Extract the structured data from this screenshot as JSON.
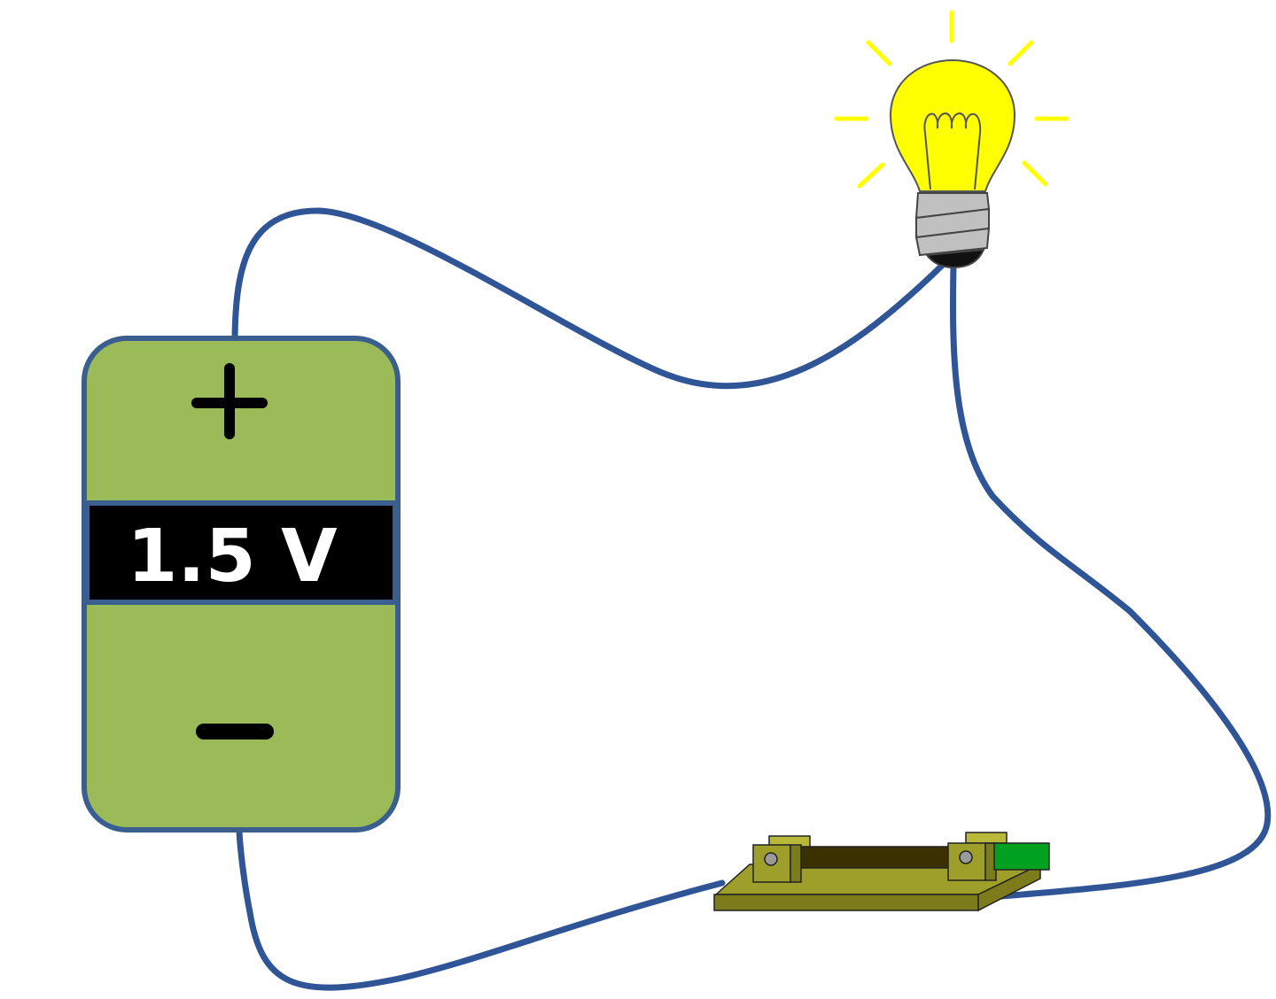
{
  "battery": {
    "voltage_label": "1.5 V",
    "positive_symbol": "+",
    "negative_symbol": "−",
    "body_color": "#9bbb59",
    "border_color": "#3a5f8f",
    "band_color": "#000000",
    "label_color": "#ffffff"
  },
  "bulb": {
    "state": "lit",
    "glass_color": "#ffff00",
    "ray_color": "#ffff00",
    "base_color": "#c0c0c0"
  },
  "switch": {
    "state": "closed",
    "base_color": "#9e9e2a",
    "lever_color": "#3a3000",
    "tab_color": "#00a020"
  },
  "wire": {
    "color": "#2f5597"
  }
}
